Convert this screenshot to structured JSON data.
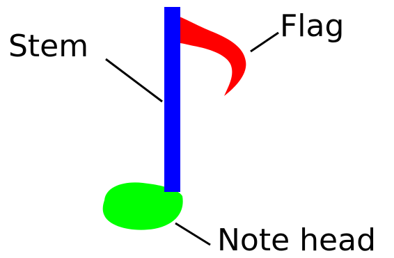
{
  "diagram": {
    "labels": {
      "stem": "Stem",
      "flag": "Flag",
      "note_head": "Note head"
    },
    "colors": {
      "stem": "#0000ff",
      "flag": "#ff0000",
      "note_head": "#00ff00",
      "leader_lines": "#000000",
      "text": "#000000",
      "background": "#ffffff"
    }
  }
}
